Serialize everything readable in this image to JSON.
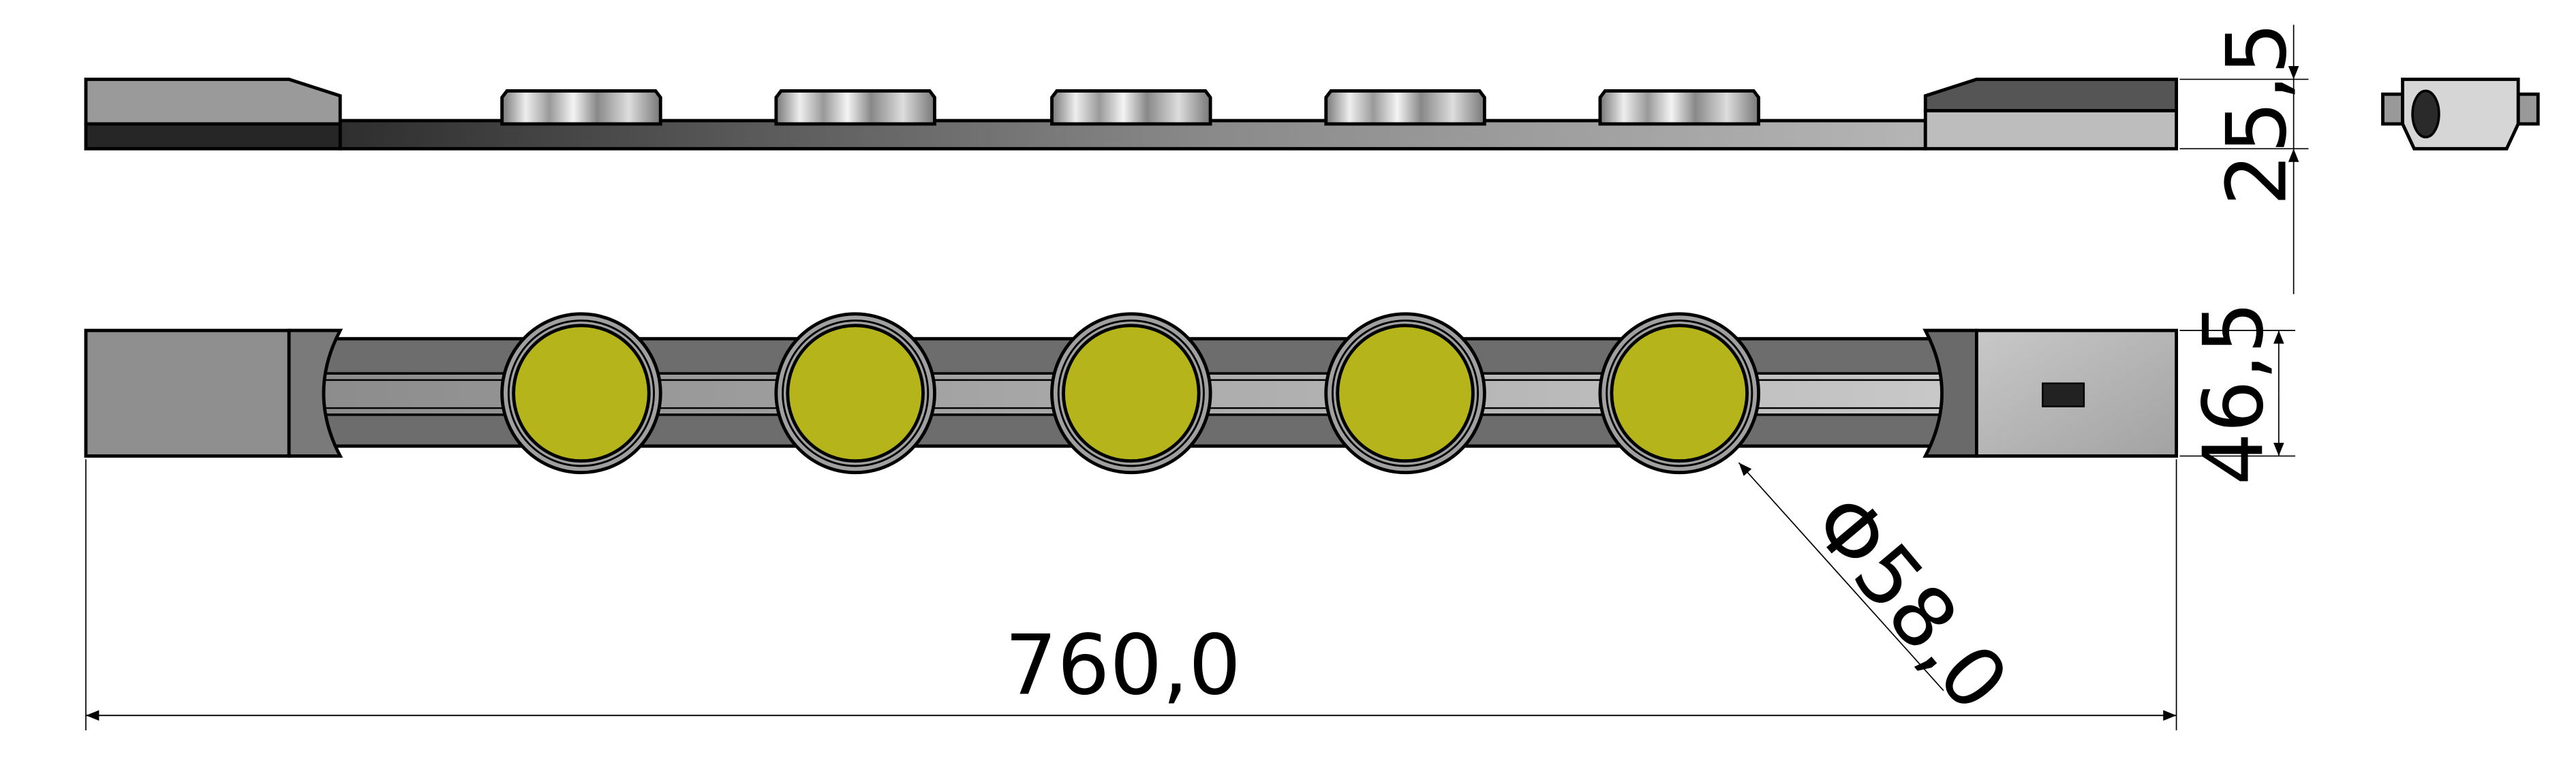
{
  "dimensions": {
    "overall_length": "760,0",
    "height": "25,5",
    "width": "46,5",
    "diameter": "Φ58,0"
  },
  "part": {
    "magnet_count": 5
  },
  "colors": {
    "magnet_face": "#b5b51b",
    "body_dark": "#2a2a2a",
    "body_mid": "#6e6e6e",
    "body_light": "#b9b9b9",
    "slot": "#222222"
  }
}
